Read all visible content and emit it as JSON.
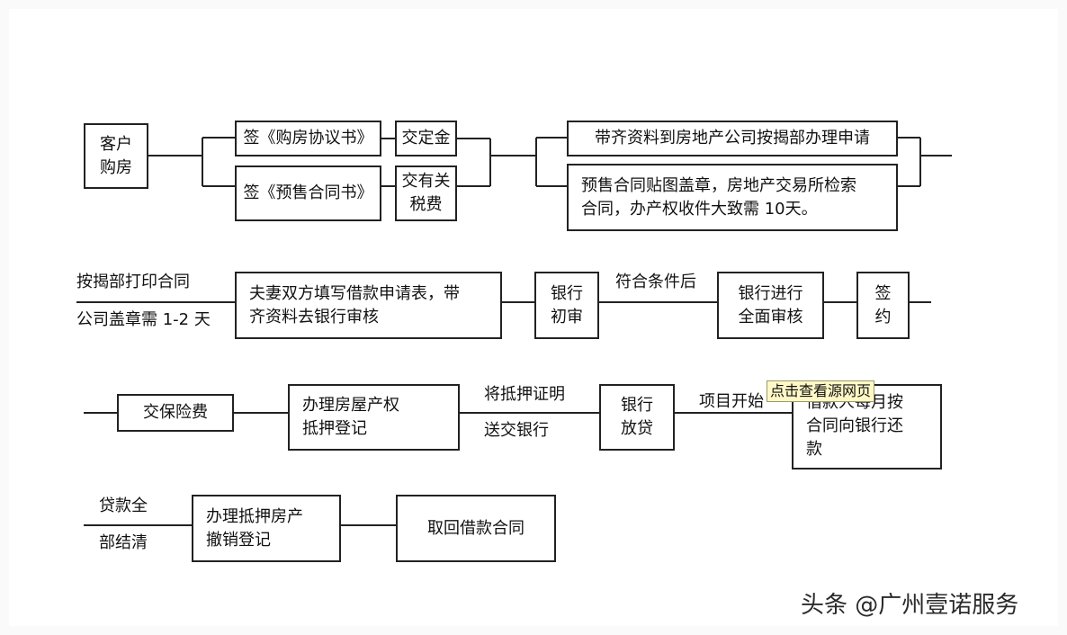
{
  "row1": {
    "customer": [
      "客户",
      "购房"
    ],
    "sign_agreement": "签《购房协议书》",
    "sign_presale": "签《预售合同书》",
    "pay_deposit": "交定金",
    "pay_taxes": [
      "交有关",
      "税费"
    ],
    "bring_docs": "带齐资料到房地产公司按揭部办理申请",
    "presale_contract": [
      "预售合同贴图盖章，房地产交易所检索",
      "合同，办产权收件大致需 10天。"
    ]
  },
  "row2": {
    "label_top": "按揭部打印合同",
    "label_bottom": "公司盖章需 1-2 天",
    "fill_form": [
      "夫妻双方填写借款申请表，带",
      "齐资料去银行审核"
    ],
    "bank_prelim": [
      "银行",
      "初审"
    ],
    "label_conditions": "符合条件后",
    "bank_full_review": [
      "银行进行",
      "全面审核"
    ],
    "sign_contract": [
      "签",
      "约"
    ]
  },
  "row3": {
    "insurance": "交保险费",
    "mortgage_register": [
      "办理房屋产权",
      "抵押登记"
    ],
    "label_cert_top": "将抵押证明",
    "label_cert_bottom": "送交银行",
    "bank_loan": [
      "银行",
      "放贷"
    ],
    "label_project_start": "项目开始",
    "repay": [
      "借款人每月按",
      "合同向银行还",
      "款"
    ],
    "tooltip": "点击查看源网页"
  },
  "row4": {
    "label_loan_top": "贷款全",
    "label_loan_bottom": "部结清",
    "cancel_mortgage": [
      "办理抵押房产",
      "撤销登记"
    ],
    "retrieve_contract": "取回借款合同"
  },
  "watermark": "头条 @广州壹诺服务"
}
